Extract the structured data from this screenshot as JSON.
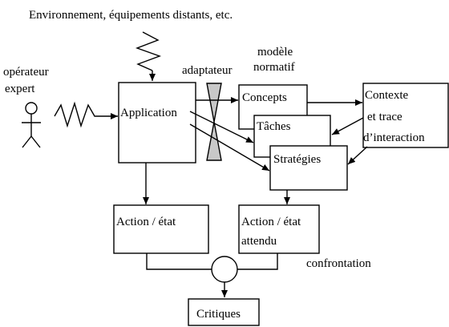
{
  "title": "Environnement, équipements distants, etc.",
  "labels": {
    "operator_line1": "opérateur",
    "operator_line2": "expert",
    "adapter": "adaptateur",
    "model_line1": "modèle",
    "model_line2": "normatif",
    "confrontation": "confrontation"
  },
  "boxes": {
    "application": "Application",
    "concepts": "Concepts",
    "taches": "Tâches",
    "strategies": "Stratégies",
    "context_line1": "Contexte",
    "context_line2": "et trace",
    "context_line3": "d’interaction",
    "action_state": "Action / état",
    "expected_line1": "Action / état",
    "expected_line2": "attendu",
    "critiques": "Critiques"
  }
}
